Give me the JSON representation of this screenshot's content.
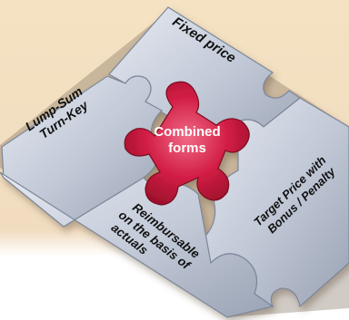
{
  "center": {
    "line1": "Combined",
    "line2": "forms"
  },
  "pieces": {
    "top": {
      "line1": "Fixed price"
    },
    "left": {
      "line1": "Lump-Sum",
      "line2": "Turn-Key"
    },
    "right": {
      "line1": "Target Price with",
      "line2": "Bonus / Penalty"
    },
    "bottom": {
      "line1": "Reimbursable",
      "line2": "on the basis of",
      "line3": "actuals"
    }
  },
  "colors": {
    "background_top": "#f3e1c0",
    "background_bottom": "#ffffff",
    "piece_fill": "#c7cfdc",
    "piece_edge": "#7d8799",
    "center_fill": "#c8163a",
    "center_glow": "#e04a6a"
  }
}
